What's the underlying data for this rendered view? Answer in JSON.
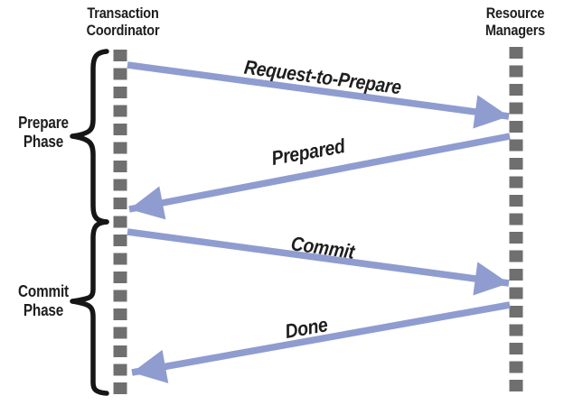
{
  "diagram": {
    "type": "sequence-diagram"
  },
  "actors": [
    {
      "name": "Transaction Coordinator"
    },
    {
      "name": "Resource Managers"
    }
  ],
  "phases": [
    {
      "label": "Prepare Phase"
    },
    {
      "label": "Commit Phase"
    }
  ],
  "messages": [
    {
      "label": "Request-to-Prepare",
      "from": "Transaction Coordinator",
      "to": "Resource Managers",
      "phase": "Prepare Phase"
    },
    {
      "label": "Prepared",
      "from": "Resource Managers",
      "to": "Transaction Coordinator",
      "phase": "Prepare Phase"
    },
    {
      "label": "Commit",
      "from": "Transaction Coordinator",
      "to": "Resource Managers",
      "phase": "Commit Phase"
    },
    {
      "label": "Done",
      "from": "Resource Managers",
      "to": "Transaction Coordinator",
      "phase": "Commit Phase"
    }
  ],
  "colors": {
    "arrow": "#8f9cd0",
    "lifeline": "#6f6f6f",
    "brace": "#161616",
    "text": "#1e1e1e",
    "background": "#ffffff"
  }
}
